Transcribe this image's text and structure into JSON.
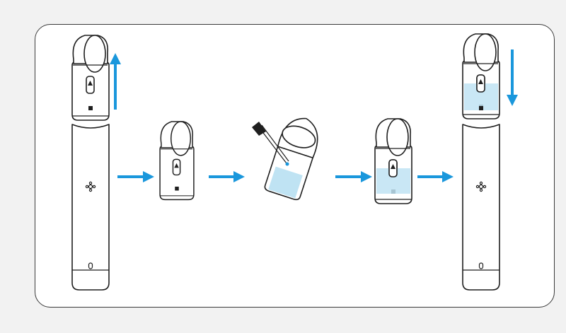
{
  "diagram": {
    "kind": "step-illustration",
    "steps": [
      {
        "id": "remove-pod",
        "arrow": "up"
      },
      {
        "id": "pod-empty"
      },
      {
        "id": "fill-with-dropper"
      },
      {
        "id": "pod-filled"
      },
      {
        "id": "insert-pod",
        "arrow": "down"
      }
    ],
    "connectors": 4
  },
  "colors": {
    "accent": "#1a97dc",
    "liquid": "#bfe3f3",
    "outline": "#1f1f1f",
    "frame": "#3a3a3a",
    "background": "#f2f2f2"
  },
  "icons": [
    "triangle-window-icon",
    "gear-icon",
    "status-light-icon",
    "logo-mark-icon",
    "dropper-icon"
  ]
}
